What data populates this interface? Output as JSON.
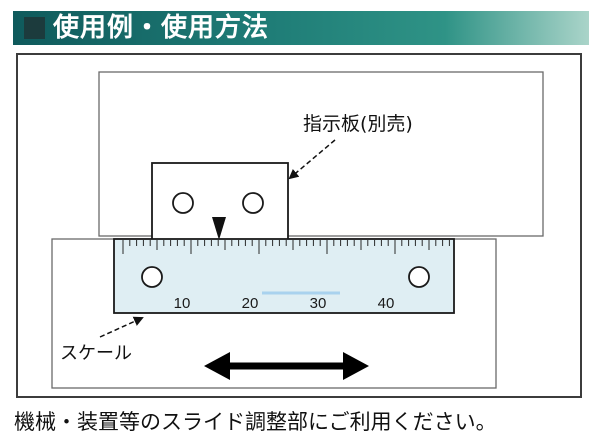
{
  "header": {
    "title": "使用例・使用方法"
  },
  "diagram": {
    "indicator_label": "指示板(別売)",
    "scale_label": "スケール",
    "scale_numbers": [
      "10",
      "20",
      "30",
      "40"
    ]
  },
  "caption": "機械・装置等のスライド調整部にご利用ください。",
  "colors": {
    "header_dark": "#0f5a5c",
    "header_light": "#aad4c9",
    "scale_face": "#dfeef3",
    "arrow": "#000000"
  }
}
